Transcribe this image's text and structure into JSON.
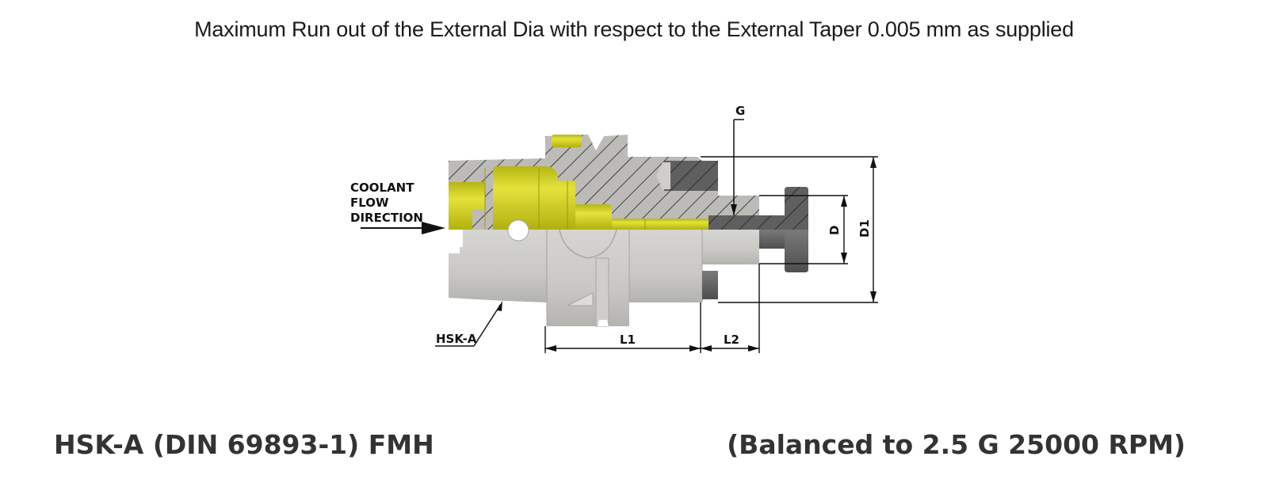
{
  "header": {
    "note": "Maximum Run out of the External Dia with respect to the External Taper 0.005 mm as supplied"
  },
  "drawing": {
    "coolant_label_lines": [
      "COOLANT",
      "FLOW",
      "DIRECTION"
    ],
    "callouts": {
      "shank": "HSK-A",
      "thread": "G"
    },
    "dimensions": {
      "inner_diameter": "D",
      "outer_diameter": "D1",
      "length_1": "L1",
      "length_2": "L2"
    },
    "colors": {
      "coolant_tube": "#c9c71f",
      "section_body": "#b9b8b5",
      "solid_body": "#c8c7c4",
      "dark_part": "#5e5e5e",
      "hatch": "#222222"
    }
  },
  "footer": {
    "product": "HSK-A (DIN 69893-1) FMH",
    "balancing": "(Balanced to 2.5 G 25000 RPM)"
  }
}
